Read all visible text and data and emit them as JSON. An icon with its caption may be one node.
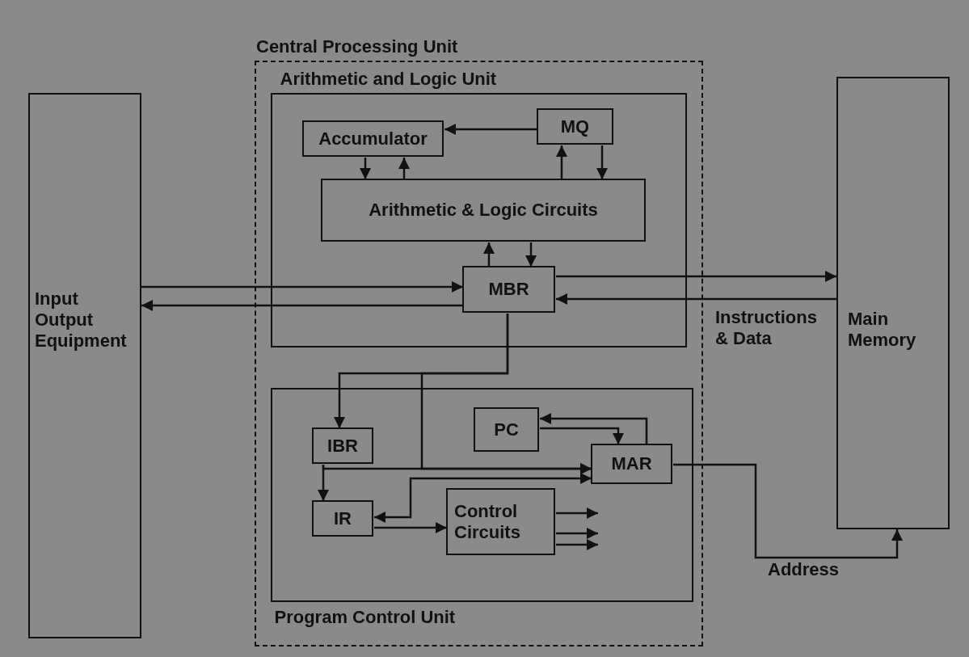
{
  "diagram": {
    "nodes": [
      {
        "text": [
          "Input Output Equipment"
        ]
      },
      {
        "text": [
          "Central Processing Unit"
        ]
      },
      {
        "text": [
          "Arithmetic and Logic Unit"
        ],
        "in": 1
      },
      {
        "text": [
          "Accumulator"
        ],
        "in": 2
      },
      {
        "text": [
          "MQ"
        ],
        "in": 2
      },
      {
        "text": [
          "Arithmetic & Logic Circuits"
        ],
        "in": 2
      },
      {
        "text": [
          "MBR"
        ],
        "in": 2
      },
      {
        "text": [
          "Program Control Unit"
        ],
        "in": 1
      },
      {
        "text": [
          "IBR"
        ],
        "in": 7
      },
      {
        "text": [
          "PC"
        ],
        "in": 7
      },
      {
        "text": [
          "MAR"
        ],
        "in": 7
      },
      {
        "text": [
          "IR"
        ],
        "in": 7
      },
      {
        "text": [
          "Control Circuits"
        ],
        "in": 7
      },
      {
        "text": [
          "Main Memory"
        ]
      }
    ],
    "edges": [
      {
        "from": 4,
        "to": 3,
        "arrow": "to"
      },
      {
        "from": 3,
        "to": 5,
        "arrow": "to"
      },
      {
        "from": 5,
        "to": 3,
        "arrow": "to"
      },
      {
        "from": 5,
        "to": 4,
        "arrow": "to"
      },
      {
        "from": 4,
        "to": 5,
        "arrow": "to"
      },
      {
        "from": 6,
        "to": 5,
        "arrow": "to"
      },
      {
        "from": 5,
        "to": 6,
        "arrow": "to"
      },
      {
        "from": 0,
        "to": 6,
        "arrow": "to"
      },
      {
        "from": 6,
        "to": 0,
        "arrow": "to"
      },
      {
        "from": 6,
        "to": 13,
        "arrow": "to"
      },
      {
        "from": 13,
        "to": 6,
        "arrow": "to"
      },
      {
        "from": 6,
        "to": 8,
        "arrow": "to"
      },
      {
        "from": 6,
        "to": 10,
        "arrow": "to"
      },
      {
        "from": 8,
        "to": 11,
        "arrow": "to"
      },
      {
        "from": 8,
        "to": 10,
        "arrow": "to"
      },
      {
        "from": 9,
        "to": 10,
        "arrow": "to"
      },
      {
        "from": 10,
        "to": 9,
        "arrow": "to"
      },
      {
        "from": 11,
        "to": 10,
        "arrow": "both"
      },
      {
        "from": 11,
        "to": 12,
        "arrow": "to"
      },
      {
        "from": 12,
        "to": null,
        "arrow": "to"
      },
      {
        "from": 12,
        "to": null,
        "arrow": "to"
      },
      {
        "from": 12,
        "to": null,
        "arrow": "to"
      },
      {
        "from": 10,
        "to": 13,
        "arrow": "to",
        "label": "Address"
      }
    ],
    "labels": [
      "Instructions & Data"
    ]
  }
}
